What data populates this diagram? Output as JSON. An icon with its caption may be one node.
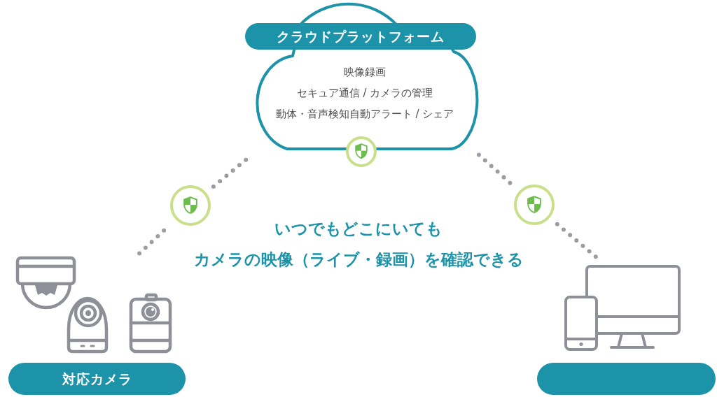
{
  "diagram": {
    "nodes": [
      {
        "text": [
          "クラウドプラットフォーム",
          "映像録画",
          "セキュア通信 / カメラの管理",
          "動体・音声検知自動アラート / シェア"
        ]
      },
      {
        "text": [],
        "shape": "circle"
      },
      {
        "text": [],
        "shape": "circle"
      },
      {
        "text": [],
        "shape": "picture"
      },
      {
        "text": [
          "対応カメラ"
        ]
      },
      {
        "text": [],
        "shape": "picture"
      },
      {
        "text": [],
        "shape": "box"
      }
    ],
    "edges": [
      {
        "from": 3,
        "to": 1,
        "arrow": "none",
        "style": "dashed"
      },
      {
        "from": 1,
        "to": 0,
        "arrow": "none",
        "style": "dashed"
      },
      {
        "from": 0,
        "to": 2,
        "arrow": "none",
        "style": "dashed"
      },
      {
        "from": 2,
        "to": 5,
        "arrow": "none",
        "style": "dashed"
      }
    ],
    "labels": [
      "いつでもどこにいても",
      "カメラの映像（ライブ・録画）を確認できる"
    ]
  }
}
